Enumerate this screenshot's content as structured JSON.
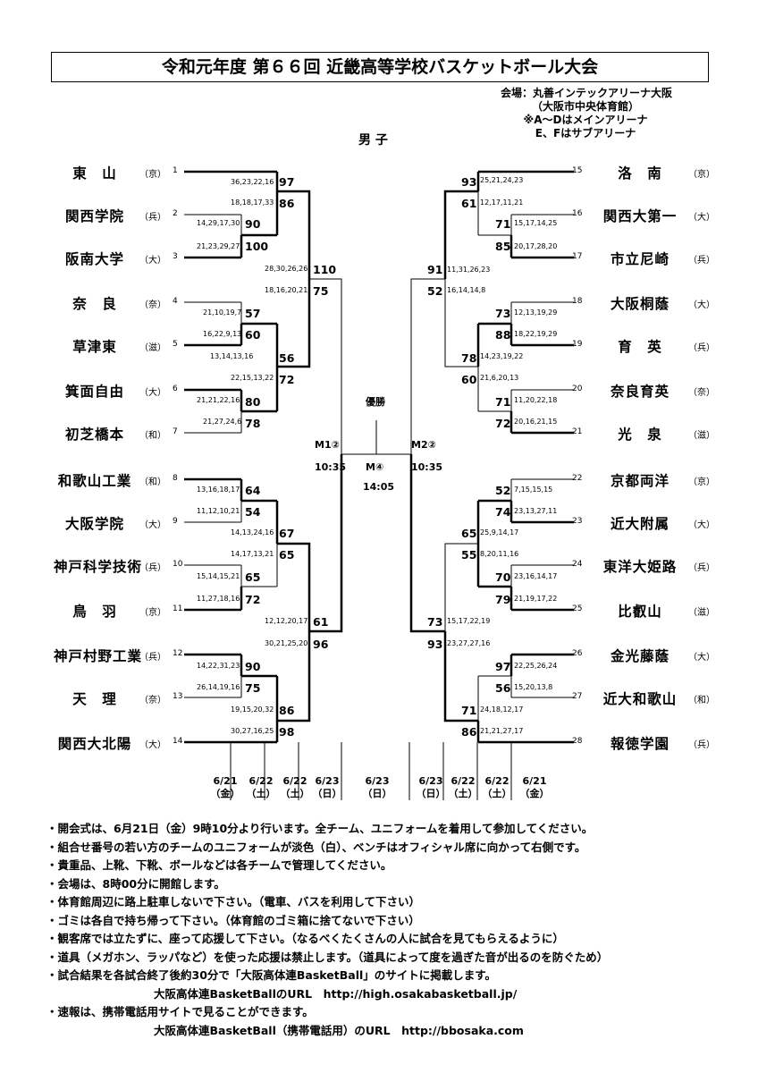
{
  "title": "令和元年度 第６６回 近畿高等学校バスケットボール大会",
  "venue": {
    "line1": "会場：丸善インテックアリーナ大阪",
    "line2": "（大阪市中央体育館）",
    "line3": "※A～Dはメインアリーナ",
    "line4": "E、Fはサブアリーナ"
  },
  "division": "男 子",
  "left_teams": [
    {
      "no": "1",
      "name": "東　山",
      "pref": "（京）"
    },
    {
      "no": "2",
      "name": "関西学院",
      "pref": "（兵）"
    },
    {
      "no": "3",
      "name": "阪南大学",
      "pref": "（大）"
    },
    {
      "no": "4",
      "name": "奈　良",
      "pref": "（奈）"
    },
    {
      "no": "5",
      "name": "草津東",
      "pref": "（滋）"
    },
    {
      "no": "6",
      "name": "箕面自由",
      "pref": "（大）"
    },
    {
      "no": "7",
      "name": "初芝橋本",
      "pref": "（和）"
    },
    {
      "no": "8",
      "name": "和歌山工業",
      "pref": "（和）"
    },
    {
      "no": "9",
      "name": "大阪学院",
      "pref": "（大）"
    },
    {
      "no": "10",
      "name": "神戸科学技術",
      "pref": "（兵）"
    },
    {
      "no": "11",
      "name": "鳥　羽",
      "pref": "（京）"
    },
    {
      "no": "12",
      "name": "神戸村野工業",
      "pref": "（兵）"
    },
    {
      "no": "13",
      "name": "天　理",
      "pref": "（奈）"
    },
    {
      "no": "14",
      "name": "関西大北陽",
      "pref": "（大）"
    }
  ],
  "right_teams": [
    {
      "no": "15",
      "name": "洛　南",
      "pref": "（京）"
    },
    {
      "no": "16",
      "name": "関西大第一",
      "pref": "（大）"
    },
    {
      "no": "17",
      "name": "市立尼崎",
      "pref": "（兵）"
    },
    {
      "no": "18",
      "name": "大阪桐蔭",
      "pref": "（大）"
    },
    {
      "no": "19",
      "name": "育　英",
      "pref": "（兵）"
    },
    {
      "no": "20",
      "name": "奈良育英",
      "pref": "（奈）"
    },
    {
      "no": "21",
      "name": "光　泉",
      "pref": "（滋）"
    },
    {
      "no": "22",
      "name": "京都両洋",
      "pref": "（京）"
    },
    {
      "no": "23",
      "name": "近大附属",
      "pref": "（大）"
    },
    {
      "no": "24",
      "name": "東洋大姫路",
      "pref": "（兵）"
    },
    {
      "no": "25",
      "name": "比叡山",
      "pref": "（滋）"
    },
    {
      "no": "26",
      "name": "金光藤蔭",
      "pref": "（大）"
    },
    {
      "no": "27",
      "name": "近大和歌山",
      "pref": "（和）"
    },
    {
      "no": "28",
      "name": "報徳学園",
      "pref": "（兵）"
    }
  ],
  "scores": [
    {
      "q": "36,23,22,16",
      "s": "97"
    },
    {
      "q": "18,18,17,33",
      "s": "86"
    },
    {
      "q": "14,29,17,30",
      "s": "90"
    },
    {
      "q": "21,23,29,27",
      "s": "100"
    },
    {
      "q": "28,30,26,26",
      "s": "110"
    },
    {
      "q": "18,16,20,21",
      "s": "75"
    },
    {
      "q": "21,10,19,7",
      "s": "57"
    },
    {
      "q": "16,22,9,13",
      "s": "60"
    },
    {
      "q": "13,14,13,16",
      "s": "56"
    },
    {
      "q": "22,15,13,22",
      "s": "72"
    },
    {
      "q": "21,21,22,16",
      "s": "80"
    },
    {
      "q": "21,27,24,6",
      "s": "78"
    },
    {
      "q": "13,16,18,17",
      "s": "64"
    },
    {
      "q": "11,12,10,21",
      "s": "54"
    },
    {
      "q": "14,13,24,16",
      "s": "67"
    },
    {
      "q": "14,17,13,21",
      "s": "65"
    },
    {
      "q": "15,14,15,21",
      "s": "65"
    },
    {
      "q": "11,27,18,16",
      "s": "72"
    },
    {
      "q": "12,12,20,17",
      "s": "61"
    },
    {
      "q": "30,21,25,20",
      "s": "96"
    },
    {
      "q": "14,22,31,23",
      "s": "90"
    },
    {
      "q": "26,14,19,16",
      "s": "75"
    },
    {
      "q": "19,15,20,32",
      "s": "86"
    },
    {
      "q": "30,27,16,25",
      "s": "98"
    },
    {
      "q": "25,21,24,23",
      "s": "93"
    },
    {
      "q": "12,17,11,21",
      "s": "61"
    },
    {
      "q": "15,17,14,25",
      "s": "71"
    },
    {
      "q": "20,17,28,20",
      "s": "85"
    },
    {
      "q": "11,31,26,23",
      "s": "91"
    },
    {
      "q": "16,14,14,8",
      "s": "52"
    },
    {
      "q": "12,13,19,29",
      "s": "73"
    },
    {
      "q": "18,22,19,29",
      "s": "88"
    },
    {
      "q": "14,23,19,22",
      "s": "78"
    },
    {
      "q": "21,6,20,13",
      "s": "60"
    },
    {
      "q": "11,20,22,18",
      "s": "71"
    },
    {
      "q": "20,16,21,15",
      "s": "72"
    },
    {
      "q": "7,15,15,15",
      "s": "52"
    },
    {
      "q": "23,13,27,11",
      "s": "74"
    },
    {
      "q": "25,9,14,17",
      "s": "65"
    },
    {
      "q": "8,20,11,16",
      "s": "55"
    },
    {
      "q": "23,16,14,17",
      "s": "70"
    },
    {
      "q": "21,19,17,22",
      "s": "79"
    },
    {
      "q": "15,17,22,19",
      "s": "73"
    },
    {
      "q": "23,27,27,16",
      "s": "93"
    },
    {
      "q": "22,25,26,24",
      "s": "97"
    },
    {
      "q": "15,20,13,8",
      "s": "56"
    },
    {
      "q": "24,18,12,17",
      "s": "71"
    },
    {
      "q": "21,21,27,17",
      "s": "86"
    }
  ],
  "center": {
    "champion": "優勝",
    "m1": "M1②",
    "m1_time": "10:35",
    "m2": "M2②",
    "m2_time": "10:35",
    "final": "M④",
    "final_time": "14:05"
  },
  "dates": [
    {
      "d": "6/21",
      "w": "（金）"
    },
    {
      "d": "6/22",
      "w": "（土）"
    },
    {
      "d": "6/22",
      "w": "（土）"
    },
    {
      "d": "6/23",
      "w": "（日）"
    },
    {
      "d": "6/23",
      "w": "（日）"
    },
    {
      "d": "6/23",
      "w": "（日）"
    },
    {
      "d": "6/22",
      "w": "（土）"
    },
    {
      "d": "6/22",
      "w": "（土）"
    },
    {
      "d": "6/21",
      "w": "（金）"
    }
  ],
  "notes": [
    "・開会式は、6月21日（金）9時10分より行います。全チーム、ユニフォームを着用して参加してください。",
    "・組合せ番号の若い方のチームのユニフォームが淡色（白）、ベンチはオフィシャル席に向かって右側です。",
    "・貴重品、上靴、下靴、ボールなどは各チームで管理してください。",
    "・会場は、8時00分に開館します。",
    "・体育館周辺に路上駐車しないで下さい。（電車、バスを利用して下さい）",
    "・ゴミは各自で持ち帰って下さい。（体育館のゴミ箱に捨てないで下さい）",
    "・観客席では立たずに、座って応援して下さい。（なるべくたくさんの人に試合を見てもらえるように）",
    "・道具（メガホン、ラッパなど）を使った応援は禁止します。（道具によって度を過ぎた音が出るのを防ぐため）",
    "・試合結果を各試合終了後約30分で「大阪高体連BasketBall」のサイトに掲載します。",
    "大阪高体連BasketBallのURL　http://high.osakabasketball.jp/",
    "・速報は、携帯電話用サイトで見ることができます。",
    "大阪高体連BasketBall（携帯電話用）のURL　http://bbosaka.com"
  ]
}
